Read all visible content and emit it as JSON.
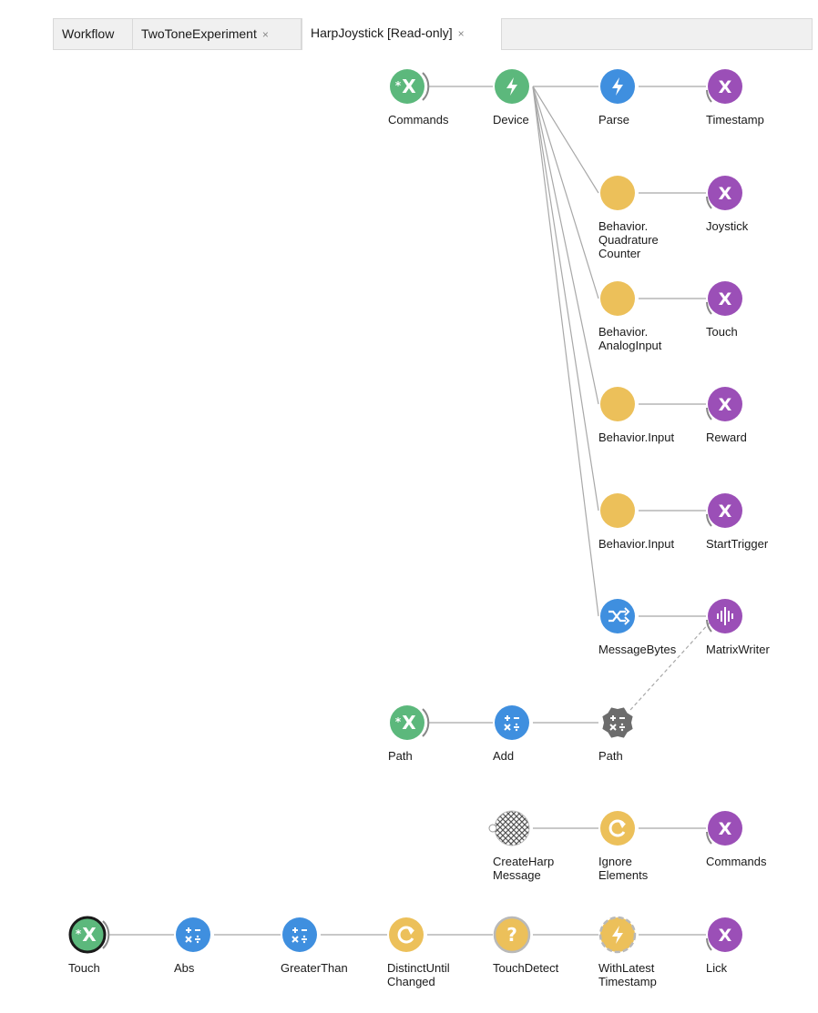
{
  "tabs": [
    {
      "label": "Workflow",
      "closable": false,
      "active": false
    },
    {
      "label": "TwoToneExperiment",
      "closable": true,
      "active": false
    },
    {
      "label": "HarpJoystick [Read-only]",
      "closable": true,
      "active": true
    }
  ],
  "close_glyph": "×",
  "colors": {
    "green": "#5cb87c",
    "blue": "#3f8fdf",
    "purple": "#9b4fb7",
    "yellow": "#ecc05a",
    "gray": "#6c6c6c",
    "edge": "#a8a8a8"
  },
  "nodes": [
    {
      "id": "commands_src",
      "label": "Commands",
      "kind": "green",
      "icon": "*X",
      "name": "commands-source-node"
    },
    {
      "id": "device",
      "label": "Device",
      "kind": "green",
      "icon": "bolt",
      "name": "device-node"
    },
    {
      "id": "parse",
      "label": "Parse",
      "kind": "blue",
      "icon": "bolt",
      "name": "parse-node"
    },
    {
      "id": "timestamp",
      "label": "Timestamp",
      "kind": "purple",
      "icon": "X",
      "name": "timestamp-node"
    },
    {
      "id": "quad",
      "label": "Behavior.\nQuadrature\nCounter",
      "kind": "yellow",
      "icon": "",
      "name": "quadrature-counter-node"
    },
    {
      "id": "joystick",
      "label": "Joystick",
      "kind": "purple",
      "icon": "X",
      "name": "joystick-node"
    },
    {
      "id": "analog",
      "label": "Behavior.\nAnalogInput",
      "kind": "yellow",
      "icon": "",
      "name": "analog-input-node"
    },
    {
      "id": "touch_out",
      "label": "Touch",
      "kind": "purple",
      "icon": "X",
      "name": "touch-output-node"
    },
    {
      "id": "input1",
      "label": "Behavior.Input",
      "kind": "yellow",
      "icon": "",
      "name": "behavior-input-node-1"
    },
    {
      "id": "reward",
      "label": "Reward",
      "kind": "purple",
      "icon": "X",
      "name": "reward-node"
    },
    {
      "id": "input2",
      "label": "Behavior.Input",
      "kind": "yellow",
      "icon": "",
      "name": "behavior-input-node-2"
    },
    {
      "id": "starttrigger",
      "label": "StartTrigger",
      "kind": "purple",
      "icon": "X",
      "name": "start-trigger-node"
    },
    {
      "id": "msgbytes",
      "label": "MessageBytes",
      "kind": "blue",
      "icon": "shuffle",
      "name": "message-bytes-node"
    },
    {
      "id": "matrix",
      "label": "MatrixWriter",
      "kind": "purple",
      "icon": "wave",
      "name": "matrix-writer-node"
    },
    {
      "id": "path_src",
      "label": "Path",
      "kind": "green",
      "icon": "*X",
      "name": "path-source-node"
    },
    {
      "id": "add",
      "label": "Add",
      "kind": "blue",
      "icon": "math",
      "name": "add-node"
    },
    {
      "id": "path_prop",
      "label": "Path",
      "kind": "gray",
      "icon": "math",
      "name": "path-property-node"
    },
    {
      "id": "createharp",
      "label": "CreateHarp\nMessage",
      "kind": "hatched",
      "icon": "",
      "name": "create-harp-message-node"
    },
    {
      "id": "ignore",
      "label": "Ignore\nElements",
      "kind": "yellow",
      "icon": "cycle",
      "name": "ignore-elements-node"
    },
    {
      "id": "commands_out",
      "label": "Commands",
      "kind": "purple",
      "icon": "X",
      "name": "commands-output-node"
    },
    {
      "id": "touch_src",
      "label": "Touch",
      "kind": "green",
      "icon": "*X",
      "name": "touch-source-node"
    },
    {
      "id": "abs",
      "label": "Abs",
      "kind": "blue",
      "icon": "math",
      "name": "abs-node"
    },
    {
      "id": "greater",
      "label": "GreaterThan",
      "kind": "blue",
      "icon": "math",
      "name": "greater-than-node"
    },
    {
      "id": "distinct",
      "label": "DistinctUntil\nChanged",
      "kind": "yellow",
      "icon": "cycle",
      "name": "distinct-until-changed-node"
    },
    {
      "id": "touchdetect",
      "label": "TouchDetect",
      "kind": "yellow",
      "icon": "?",
      "name": "touch-detect-node"
    },
    {
      "id": "withlatest",
      "label": "WithLatest\nTimestamp",
      "kind": "yellow",
      "icon": "bolt",
      "name": "with-latest-timestamp-node"
    },
    {
      "id": "lick",
      "label": "Lick",
      "kind": "purple",
      "icon": "X",
      "name": "lick-node"
    }
  ],
  "edges": [
    [
      "commands_src",
      "device"
    ],
    [
      "device",
      "parse"
    ],
    [
      "parse",
      "timestamp"
    ],
    [
      "device",
      "quad"
    ],
    [
      "quad",
      "joystick"
    ],
    [
      "device",
      "analog"
    ],
    [
      "analog",
      "touch_out"
    ],
    [
      "device",
      "input1"
    ],
    [
      "input1",
      "reward"
    ],
    [
      "device",
      "input2"
    ],
    [
      "input2",
      "starttrigger"
    ],
    [
      "device",
      "msgbytes"
    ],
    [
      "msgbytes",
      "matrix"
    ],
    [
      "path_src",
      "add"
    ],
    [
      "add",
      "path_prop"
    ],
    [
      "createharp",
      "ignore"
    ],
    [
      "ignore",
      "commands_out"
    ],
    [
      "touch_src",
      "abs"
    ],
    [
      "abs",
      "greater"
    ],
    [
      "greater",
      "distinct"
    ],
    [
      "distinct",
      "touchdetect"
    ],
    [
      "touchdetect",
      "withlatest"
    ],
    [
      "withlatest",
      "lick"
    ]
  ],
  "dashed_edges": [
    [
      "path_prop",
      "matrix"
    ]
  ]
}
